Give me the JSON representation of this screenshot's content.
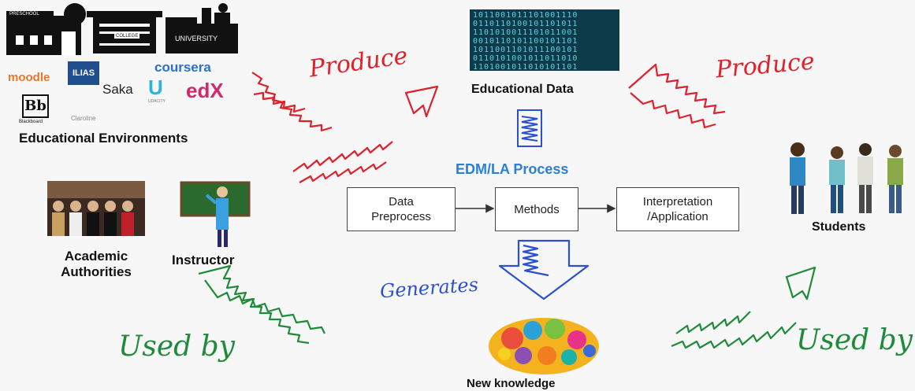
{
  "buildings": {
    "preschool_sign": "PRESCHOOL",
    "college_sign": "COLLEGE",
    "university_sign": "UNIVERSITY"
  },
  "platforms": {
    "moodle": "moodle",
    "ilias": "ILIAS",
    "sakai": "Saka",
    "coursera": "coursera",
    "udacity": "UDACITY",
    "edx": "edX",
    "blackboard": "Blackboard",
    "claroline": "Claroline",
    "bb_logo": "Bb"
  },
  "labels": {
    "educational_environments": "Educational Environments",
    "educational_data": "Educational Data",
    "process_title": "EDM/LA Process",
    "students": "Students",
    "academic_authorities": "Academic\nAuthorities",
    "instructor": "Instructor",
    "new_knowledge": "New knowledge"
  },
  "process_steps": [
    "Data\nPreprocess",
    "Methods",
    "Interpretation\n/Application"
  ],
  "handwritten": {
    "produce_left": "Produce",
    "produce_right": "Produce",
    "generates": "Generates",
    "used_by_left": "Used by",
    "used_by_right": "Used by"
  },
  "colors": {
    "produce": "#e0212b",
    "generates": "#2a4fd0",
    "used_by": "#1f8a3a",
    "process_title": "#2a7fd6",
    "binary_bg": "#0d3b4a",
    "binary_text": "#5ed0e6"
  }
}
